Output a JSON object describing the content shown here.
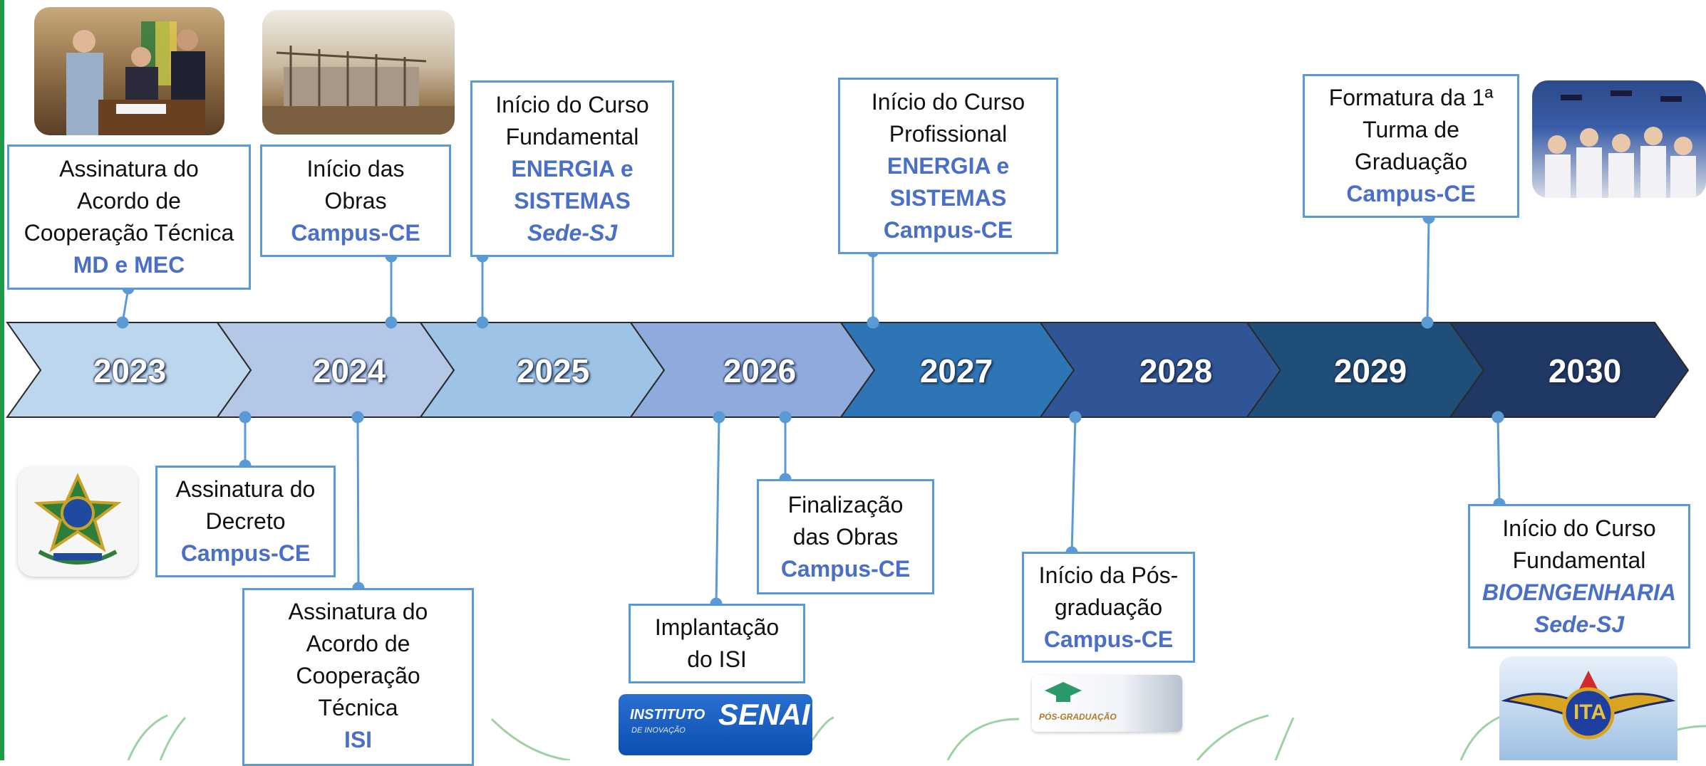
{
  "colors": {
    "line": "#5b9bd5",
    "accent_text": "#4a6fc7",
    "arrows": [
      "#bcd6ee",
      "#b4c7e7",
      "#9dc3e6",
      "#8faadc",
      "#2e75b6",
      "#2f5597",
      "#1f4e79",
      "#203864"
    ]
  },
  "timeline": {
    "years": [
      "2023",
      "2024",
      "2025",
      "2026",
      "2027",
      "2028",
      "2029",
      "2030"
    ]
  },
  "events_top": [
    {
      "line1": "Assinatura do",
      "line2": "Acordo de",
      "line3": "Cooperação Técnica",
      "accent": "MD e MEC"
    },
    {
      "line1": "Início das",
      "line2": "Obras",
      "accent": "Campus-CE"
    },
    {
      "line1": "Início do Curso",
      "line2": "Fundamental",
      "accent1": "ENERGIA e",
      "accent2": "SISTEMAS",
      "accent3": "Sede-SJ"
    },
    {
      "line1": "Início do Curso",
      "line2": "Profissional",
      "accent1": "ENERGIA  e",
      "accent2": "SISTEMAS",
      "accent3": "Campus-CE"
    },
    {
      "line1": "Formatura da 1ª",
      "line2": "Turma de",
      "line3": "Graduação",
      "accent": "Campus-CE"
    }
  ],
  "events_bottom": [
    {
      "line1": "Assinatura do",
      "line2": "Decreto",
      "accent": "Campus-CE"
    },
    {
      "line1": "Assinatura do",
      "line2": "Acordo de",
      "line3": "Cooperação",
      "line4": "Técnica",
      "accent": "ISI"
    },
    {
      "line1": "Implantação",
      "line2": "do ISI"
    },
    {
      "line1": "Finalização",
      "line2": "das Obras",
      "accent": "Campus-CE"
    },
    {
      "line1": "Início da Pós-",
      "line2": "graduação",
      "accent": "Campus-CE"
    },
    {
      "line1": "Início do Curso",
      "line2": "Fundamental",
      "accent1": "BIOENGENHARIA",
      "accent2": "Sede-SJ"
    }
  ],
  "logos": {
    "senai_line1": "INSTITUTO",
    "senai_line2": "SENAI",
    "senai_line3": "DE INOVAÇÃO",
    "pos_text": "PÓS-GRADUAÇÃO",
    "ita_text": "ITA"
  },
  "photos": [
    "signing-photo",
    "construction-photo",
    "graduation-photo",
    "coat-of-arms-emblem"
  ]
}
